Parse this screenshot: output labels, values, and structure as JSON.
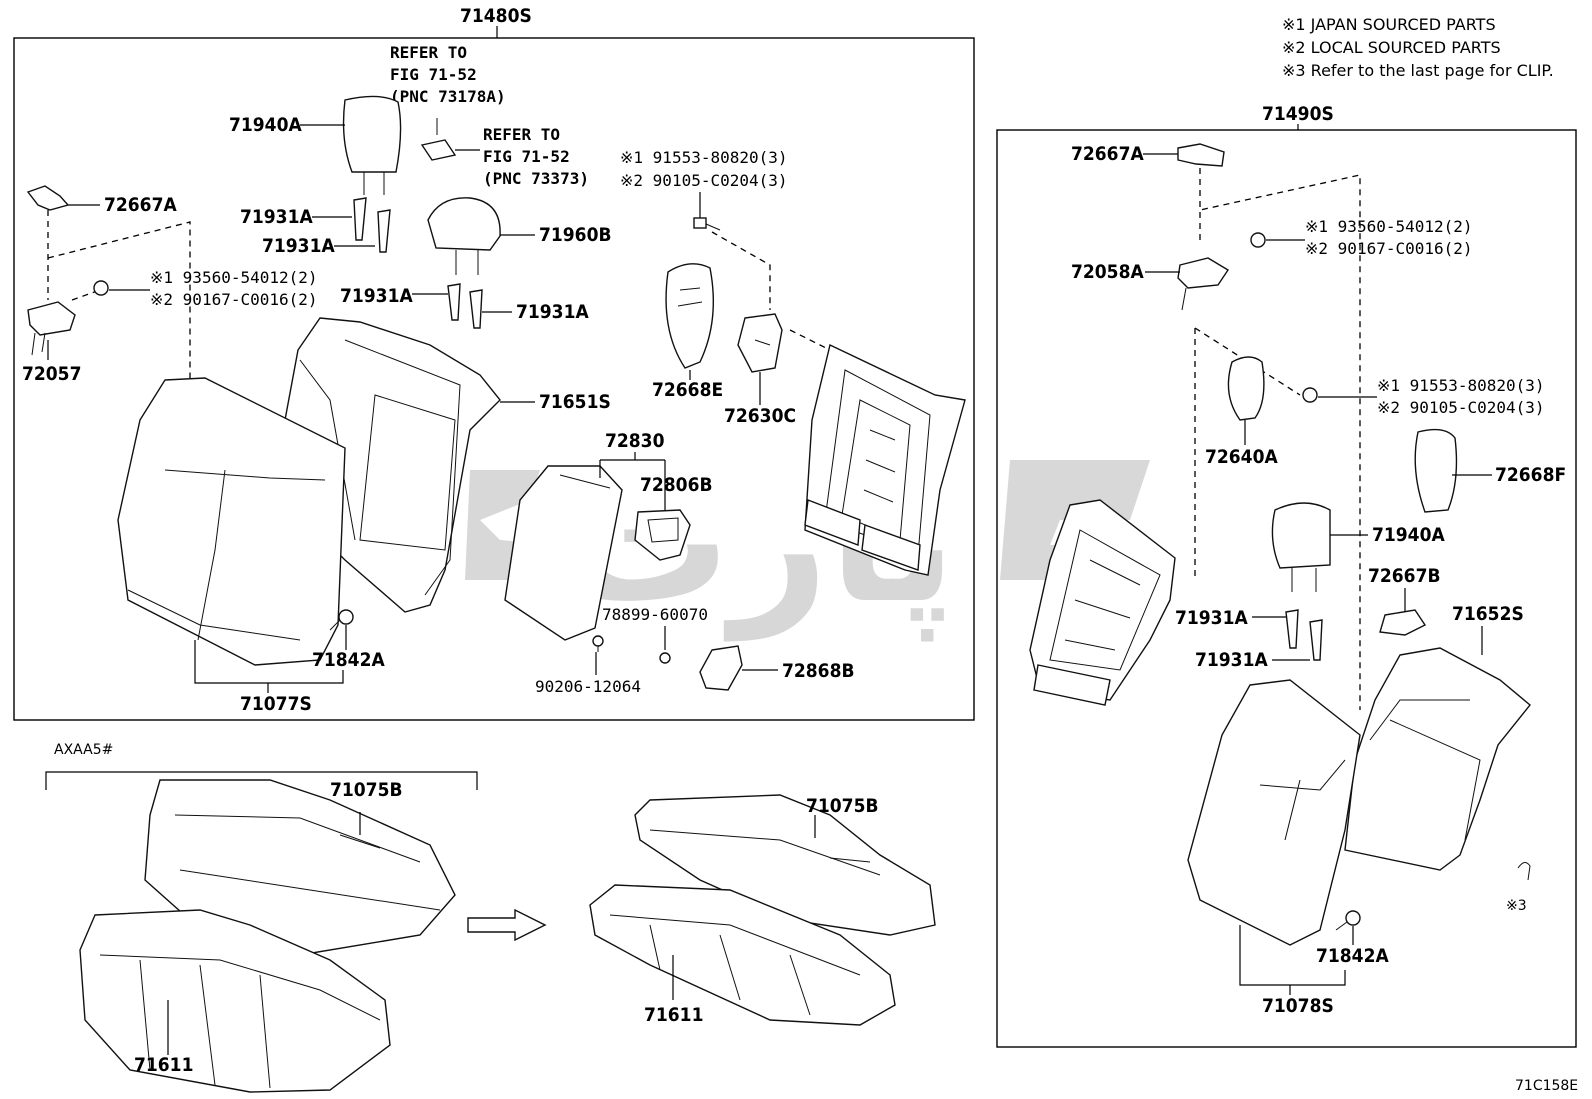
{
  "notes": [
    "※1 JAPAN SOURCED PARTS",
    "※2 LOCAL SOURCED PARTS",
    "※3 Refer to the last page for CLIP."
  ],
  "assemblies": {
    "left_frame_title": "71480S",
    "right_frame_title": "71490S",
    "axaa_label": "AXAA5#"
  },
  "references": {
    "ref_a": [
      "REFER TO",
      "FIG 71-52",
      "(PNC 73178A)"
    ],
    "ref_b": [
      "REFER TO",
      "FIG 71-52",
      "(PNC 73373)"
    ]
  },
  "part_labels": {
    "l_71940A": "71940A",
    "l_72667A": "72667A",
    "l_71931A_1": "71931A",
    "l_71931A_2": "71931A",
    "l_71960B": "71960B",
    "l_71931A_3": "71931A",
    "l_71931A_4": "71931A",
    "l_72057": "72057",
    "l_71651S": "71651S",
    "l_72668E": "72668E",
    "l_72630C": "72630C",
    "l_72830": "72830",
    "l_72806B": "72806B",
    "l_71842A": "71842A",
    "l_71077S": "71077S",
    "l_72868B": "72868B",
    "r_72667A": "72667A",
    "r_72058A": "72058A",
    "r_72640A": "72640A",
    "r_72668F": "72668F",
    "r_71940A": "71940A",
    "r_72667B": "72667B",
    "r_71931A_1": "71931A",
    "r_71652S": "71652S",
    "r_71931A_2": "71931A",
    "r_71842A": "71842A",
    "r_71078S": "71078S",
    "b_71075B_1": "71075B",
    "b_71075B_2": "71075B",
    "b_71611_1": "71611",
    "b_71611_2": "71611"
  },
  "fasteners": {
    "bolt_top": [
      "※1 91553-80820(3)",
      "※2 90105-C0204(3)"
    ],
    "left_clip": [
      "※1 93560-54012(2)",
      "※2 90167-C0016(2)"
    ],
    "right_clip": [
      "※1 93560-54012(2)",
      "※2 90167-C0016(2)"
    ],
    "right_bolt": [
      "※1 91553-80820(3)",
      "※2 90105-C0204(3)"
    ],
    "pn_78899": "78899-60070",
    "pn_90206": "90206-12064",
    "clip_note": "※3"
  },
  "figure_code": "71C158E",
  "watermark": "پارت"
}
